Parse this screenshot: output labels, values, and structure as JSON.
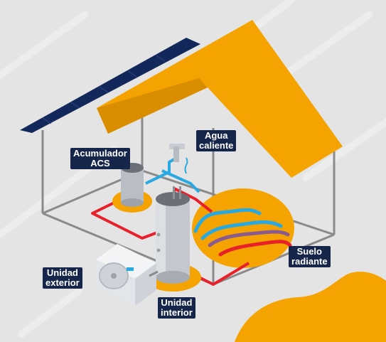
{
  "labels": {
    "acumulador": {
      "line1": "Acumulador",
      "line2": "ACS"
    },
    "agua": {
      "line1": "Agua",
      "line2": "caliente"
    },
    "suelo": {
      "line1": "Suelo",
      "line2": "radiante"
    },
    "exterior": {
      "line1": "Unidad",
      "line2": "exterior"
    },
    "interior": {
      "line1": "Unidad",
      "line2": "interior"
    }
  },
  "colors": {
    "background": "#e4e4e4",
    "roof": "#f5a300",
    "solar_panel": "#12275a",
    "hot_pipe": "#e8202a",
    "cold_pipe": "#29a9e1",
    "floor_heating_pad": "#f5a300",
    "label_bg": "#15264a",
    "house_outline": "#8a8a8a"
  }
}
